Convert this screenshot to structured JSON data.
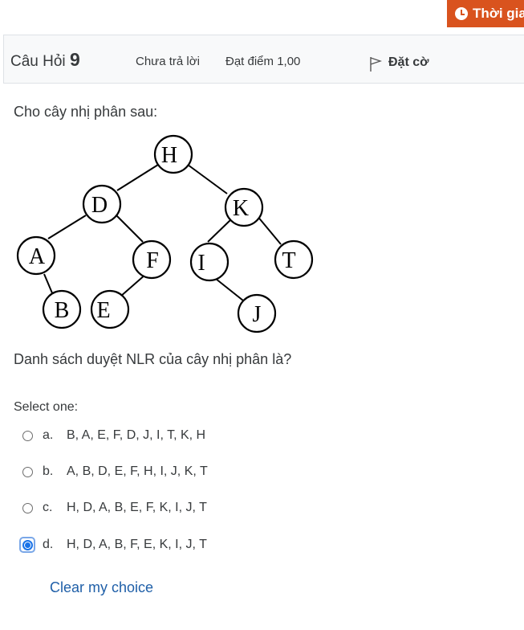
{
  "timer": {
    "label": "Thời gian còn lại"
  },
  "info": {
    "question_label": "Câu Hỏi",
    "question_number": "9",
    "state": "Chưa trả lời",
    "grade": "Đạt điểm 1,00",
    "flag_label": "Đặt cờ"
  },
  "question": {
    "prompt": "Cho cây nhị phân sau:",
    "text": "Danh sách duyệt NLR của cây nhị phân là?",
    "select_one": "Select one:",
    "tree_nodes": [
      "H",
      "D",
      "K",
      "A",
      "F",
      "I",
      "T",
      "B",
      "E",
      "J"
    ]
  },
  "options": [
    {
      "letter": "a.",
      "text": "B, A, E, F, D, J, I, T, K, H",
      "checked": false
    },
    {
      "letter": "b.",
      "text": "A, B, D, E, F, H, I, J, K, T",
      "checked": false
    },
    {
      "letter": "c.",
      "text": "H, D, A, B, E, F, K, I, J, T",
      "checked": false
    },
    {
      "letter": "d.",
      "text": "H, D, A, B, F, E, K, I, J, T",
      "checked": true
    }
  ],
  "clear_choice": "Clear my choice"
}
